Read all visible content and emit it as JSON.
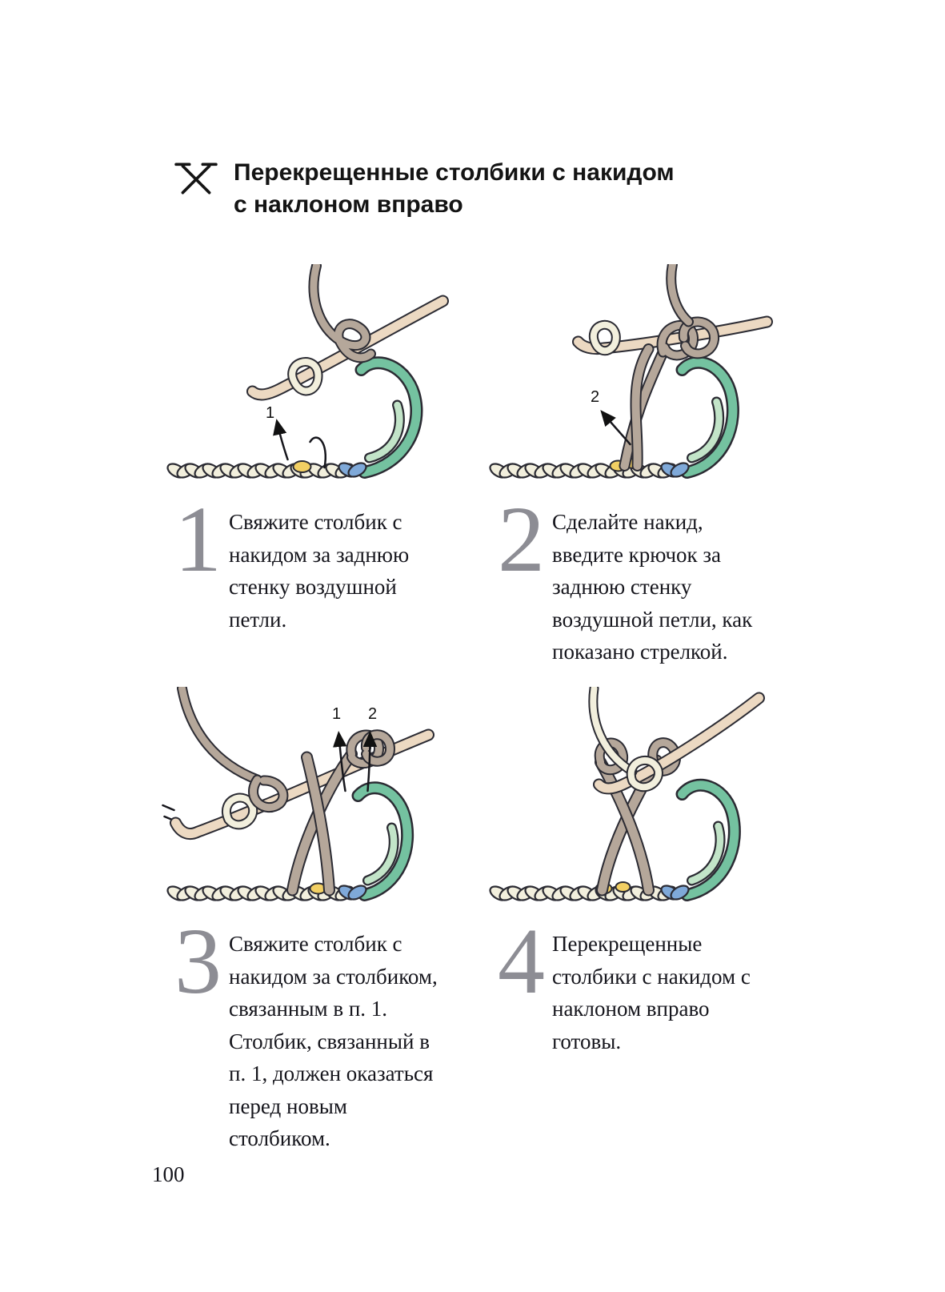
{
  "header": {
    "icon": "crossed-double-crochet-symbol",
    "title_line1": "Перекрещенные столбики с накидом",
    "title_line2": "с наклоном вправо"
  },
  "steps": [
    {
      "number": "1",
      "text": "Свяжите столбик с накидом за заднюю стенку воздушной петли.",
      "arrow_labels": [
        "1"
      ]
    },
    {
      "number": "2",
      "text": "Сделайте накид, введите крючок за заднюю стенку воздушной петли, как показано стрелкой.",
      "arrow_labels": [
        "2"
      ]
    },
    {
      "number": "3",
      "text": "Свяжите столбик с накидом за столбиком, связанным в п. 1. Столбик, связанный в п. 1, должен оказаться перед новым столбиком.",
      "arrow_labels": [
        "1",
        "2"
      ]
    },
    {
      "number": "4",
      "text": "Перекрещенные столбики с накидом с наклоном вправо готовы.",
      "arrow_labels": []
    }
  ],
  "page_number": "100",
  "palette": {
    "outline": "#2b2b33",
    "chain": "#f2efdd",
    "yarn": "#b5a79a",
    "hook": "#ecd9c2",
    "teal": "#74c2a0",
    "light_green": "#c2e4c8",
    "blue": "#7fa9d9",
    "yellow": "#f2cf63",
    "step_number_gray": "#8d8d94"
  }
}
